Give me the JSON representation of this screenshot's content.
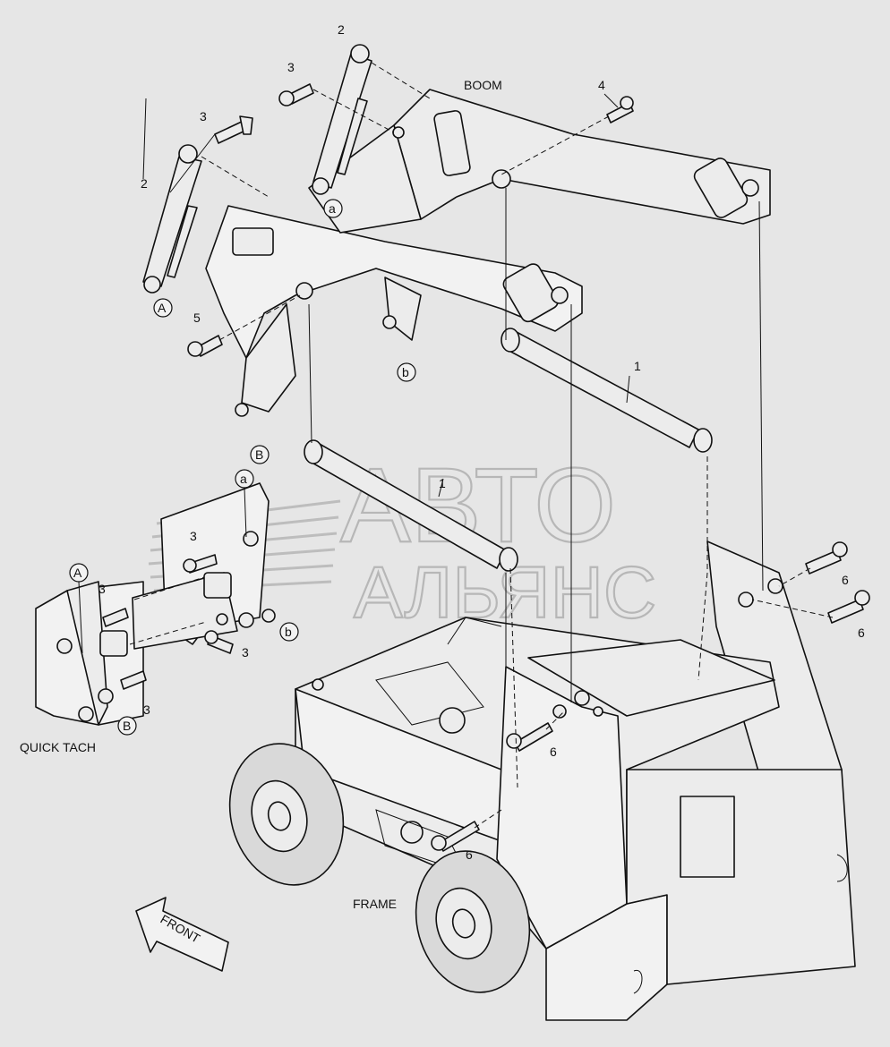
{
  "labels": {
    "boom": "BOOM",
    "frame": "FRAME",
    "quick_tach": "QUICK TACH",
    "front": "FRONT"
  },
  "watermark": {
    "line1": "АВТО",
    "line2": "АЛЬЯНС"
  },
  "callouts": {
    "c1a": "1",
    "c1b": "1",
    "c2a": "2",
    "c2b": "2",
    "c3a": "3",
    "c3b": "3",
    "c3c": "3",
    "c3d": "3",
    "c3e": "3",
    "c3f": "3",
    "c4": "4",
    "c5": "5",
    "c6a": "6",
    "c6b": "6",
    "c6c": "6",
    "c6d": "6"
  },
  "refs": {
    "A_top": "A",
    "A_quick": "A",
    "B_top": "B",
    "B_quick": "B",
    "a_top": "a",
    "a_quick": "a",
    "b_top": "b",
    "b_quick": "b"
  },
  "colors": {
    "background": "#e6e6e6",
    "line": "#111111",
    "watermark": "#b7b7b7"
  }
}
